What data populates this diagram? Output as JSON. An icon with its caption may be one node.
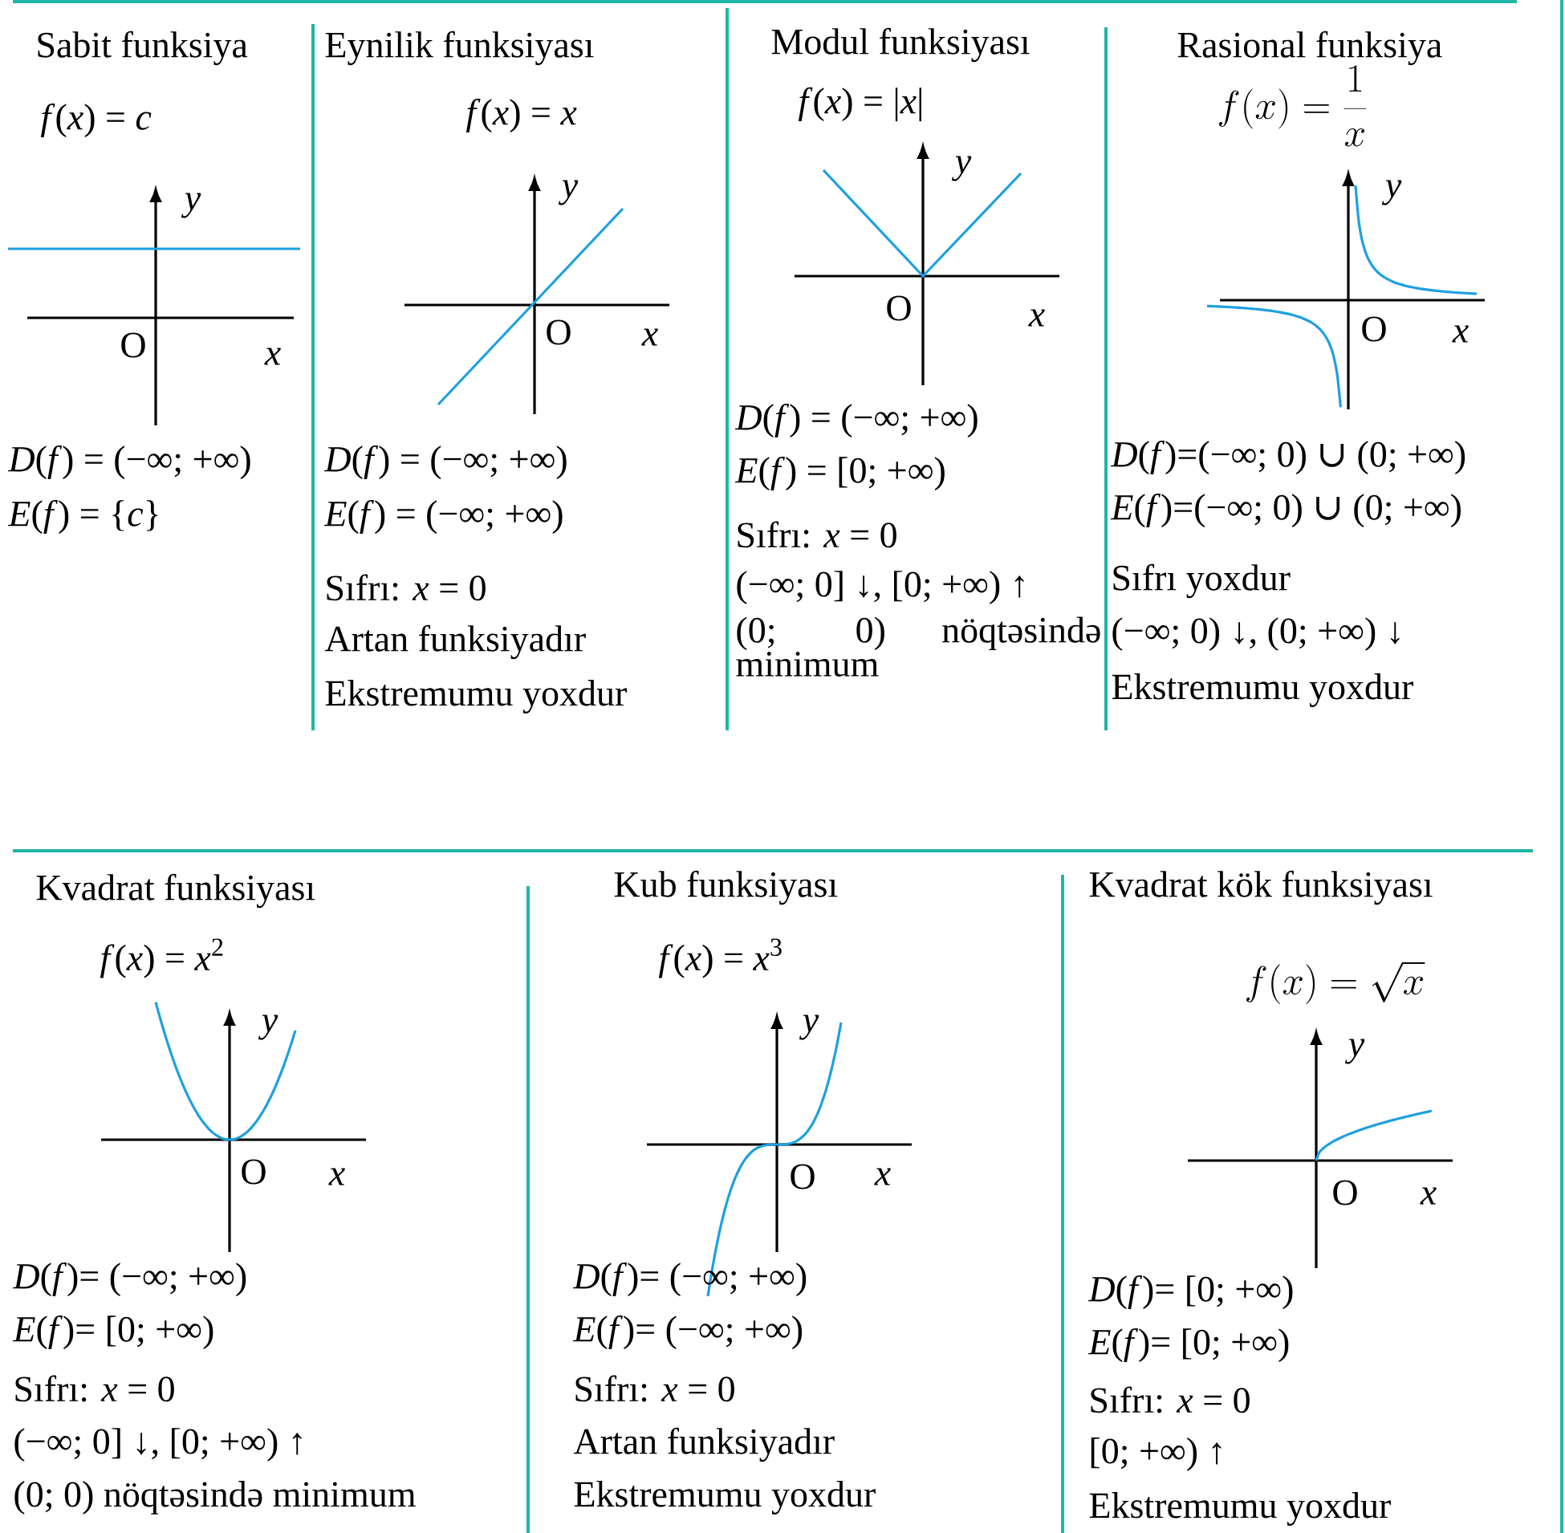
{
  "diagram": {
    "labels": [
      "Sabit funksiya",
      "*f*(*x*) = *c*",
      "y",
      "O",
      "x",
      "*D*(*f*) = (−∞; +∞)",
      "*E*(*f*) = {*c*}",
      "Eynilik funksiyası",
      "*f*(*x*) = *x*",
      "y",
      "O",
      "x",
      "*D*(*f*) = (−∞; +∞)",
      "*E*(*f*) = (−∞; +∞)",
      "Sıfrı: *x* = 0",
      "Artan funksiyadır",
      "Ekstremumu yoxdur",
      "Modul funksiyası",
      "*f*(*x*) = |*x*|",
      "y",
      "O",
      "x",
      "*D*(*f*) = (−∞; +∞)",
      "*E*(*f*) = [0; +∞)",
      "Sıfrı: *x* = 0",
      "(−∞; 0] ↓, [0; +∞) ↑",
      "(0; 0) nöqtəsində minimum",
      "Rasional funksiya",
      "f(x) = \\frac{1}{x}",
      "y",
      "O",
      "x",
      "*D*(*f*)=(−∞; 0) ∪ (0; +∞)",
      "*E*(*f*)=(−∞; 0) ∪ (0; +∞)",
      "Sıfrı yoxdur",
      "(−∞; 0) ↓, (0; +∞) ↓",
      "Ekstremumu yoxdur",
      "Kvadrat funksiyası",
      "*f*(*x*)  = *x*$^{2}$",
      "y",
      "O",
      "x",
      "*D*(*f*)= (−∞; +∞)",
      "*E*(*f*)= [0; +∞)",
      "Sıfrı: *x* = 0",
      "(−∞; 0] ↓, [0; +∞) ↑",
      "(0; 0) nöqtəsində minimum",
      "Kub funksiyası",
      "*f*(*x*)  = *x*$^{3}$",
      "y",
      "O",
      "x",
      "*D*(*f*)= (−∞; +∞)",
      "*E*(*f*)= (−∞; +∞)",
      "Sıfrı: *x* = 0",
      "Artan funksiyadır",
      "Ekstremumu yoxdur",
      "Kvadrat kök funksiyası",
      "f(x) = \\sqrt{x}",
      "y",
      "O",
      "x",
      "*D*(*f*)= [0; +∞)",
      "*E*(*f*)= [0; +∞)",
      "Sıfrı: *x* = 0",
      "[0; +∞) ↑",
      "Ekstremumu yoxdur"
    ]
  }
}
